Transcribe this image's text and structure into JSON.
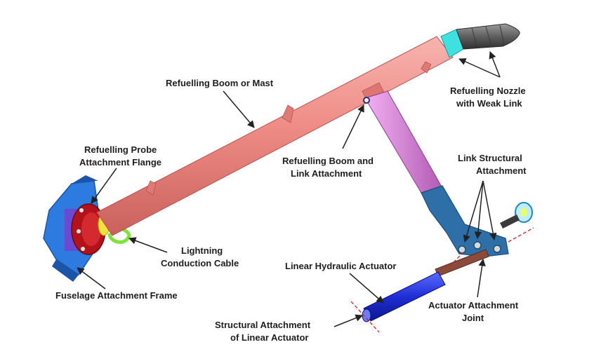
{
  "labels": {
    "boom": "Refuelling Boom or Mast",
    "nozzle_line1": "Refuelling Nozzle",
    "nozzle_line2": "with Weak Link",
    "probe_flange_line1": "Refuelling Probe",
    "probe_flange_line2": "Attachment Flange",
    "boom_link_line1": "Refuelling Boom and",
    "boom_link_line2": "Link Attachment",
    "link_struct_line1": "Link Structural",
    "link_struct_line2": "Attachment",
    "lightning_line1": "Lightning",
    "lightning_line2": "Conduction Cable",
    "actuator": "Linear Hydraulic Actuator",
    "fuselage_frame": "Fuselage Attachment Frame",
    "actuator_joint_line1": "Actuator Attachment",
    "actuator_joint_line2": "Joint",
    "struct_actuator_line1": "Structural Attachment",
    "struct_actuator_line2": "of Linear Actuator"
  },
  "colors": {
    "boom": "#ef8c86",
    "boom_shade": "#c9605c",
    "link_arm": "#e98ee8",
    "link_arm_shade": "#b25ab3",
    "bracket": "#2f6fa8",
    "bracket_shade": "#1d4d7a",
    "actuator": "#1f2fd6",
    "actuator_rod": "#8a4a3c",
    "frame": "#2d7be0",
    "flange": "#b3121b",
    "cable": "#7ee23a",
    "nozzle": "#6e6e6e",
    "nozzle_collar": "#3fe0e0",
    "leader": "#222222",
    "centerline": "#d02020"
  }
}
